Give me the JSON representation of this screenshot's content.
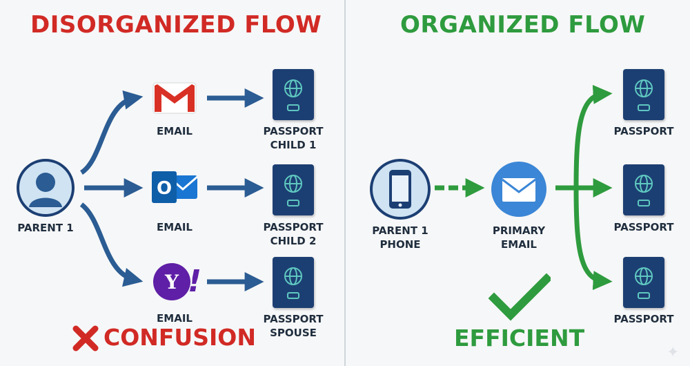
{
  "left": {
    "title": "DISORGANIZED FLOW",
    "parent_label": "PARENT 1",
    "email_labels": [
      "EMAIL",
      "EMAIL",
      "EMAIL"
    ],
    "passport_labels": [
      {
        "line1": "PASSPORT",
        "line2": "CHILD 1"
      },
      {
        "line1": "PASSPORT",
        "line2": "CHILD 2"
      },
      {
        "line1": "PASSPORT",
        "line2": "SPOUSE"
      }
    ],
    "verdict": "CONFUSION",
    "color": "#d12a25",
    "arrow_color": "#2b5c93"
  },
  "right": {
    "title": "ORGANIZED FLOW",
    "phone_label": {
      "line1": "PARENT 1",
      "line2": "PHONE"
    },
    "email_label": {
      "line1": "PRIMARY",
      "line2": "EMAIL"
    },
    "passport_labels": [
      "PASSPORT",
      "PASSPORT",
      "PASSPORT"
    ],
    "verdict": "EFFICIENT",
    "color": "#2e9b3e"
  },
  "icons": {
    "email_providers": [
      "gmail-icon",
      "outlook-icon",
      "yahoo-icon"
    ],
    "yahoo_text": "Y!",
    "outlook_text": "O"
  }
}
